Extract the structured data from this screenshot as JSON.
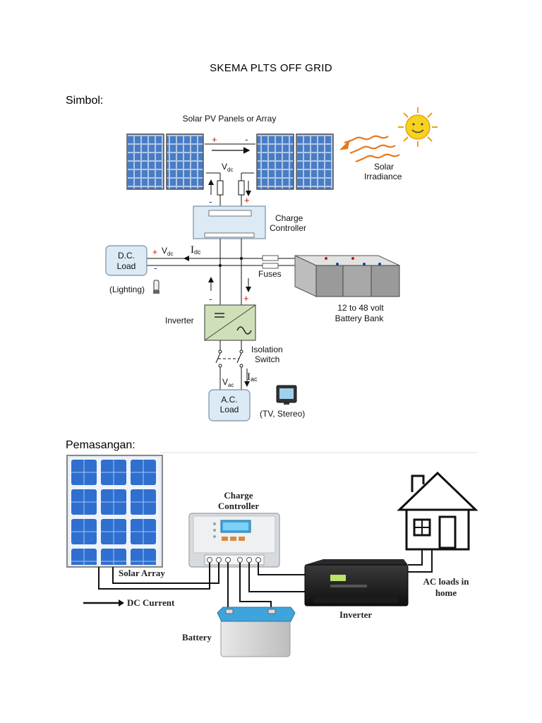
{
  "title": "SKEMA PLTS OFF GRID",
  "section_symbol": "Simbol:",
  "section_install": "Pemasangan:",
  "schematic": {
    "pv_title": "Solar PV Panels or Array",
    "solar_irr_line1": "Solar",
    "solar_irr_line2": "Irradiance",
    "vdc_top": "V",
    "vdc_top_sub": "dc",
    "charge_ctrl_line1": "Charge",
    "charge_ctrl_line2": "Controller",
    "dc_load_line1": "D.C.",
    "dc_load_line2": "Load",
    "lighting": "(Lighting)",
    "vdc_left": "V",
    "vdc_left_sub": "dc",
    "idc": "I",
    "idc_sub": "dc",
    "fuses": "Fuses",
    "battery_line1": "12 to 48 volt",
    "battery_line2": "Battery Bank",
    "inverter": "Inverter",
    "isolation_line1": "Isolation",
    "isolation_line2": "Switch",
    "iac": "I",
    "iac_sub": "ac",
    "vac": "V",
    "vac_sub": "ac",
    "ac_load_line1": "A.C.",
    "ac_load_line2": "Load",
    "tv_stereo": "(TV, Stereo)",
    "plus": "+",
    "minus": "-"
  },
  "installation": {
    "charge_ctrl_line1": "Charge",
    "charge_ctrl_line2": "Controller",
    "solar_array": "Solar Array",
    "dc_current": "DC Current",
    "battery": "Battery",
    "inverter": "Inverter",
    "ac_loads_line1": "AC loads in",
    "ac_loads_line2": "home"
  },
  "colors": {
    "panel_blue": "#3a6fb8",
    "plus_red": "#d01010",
    "minus_blue": "#1a3fa0",
    "sun_yellow": "#f7d21c",
    "ray_orange": "#e8781a",
    "controller_fill": "#dbeaf5",
    "inverter_fill": "#cfe0b8"
  }
}
